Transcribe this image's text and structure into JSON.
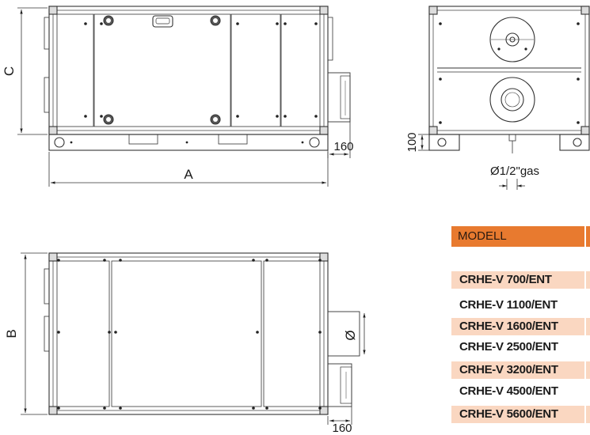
{
  "dimensions": {
    "length_label": "A",
    "height_label": "C",
    "width_label": "B",
    "offset_top": "160",
    "offset_bottom": "160",
    "foot_height": "100",
    "drain": "Ø1/2\"gas",
    "duct_diameter": "Ø"
  },
  "table": {
    "header": "MODELL",
    "header_color": "#e87a2f",
    "stripe_color": "#fad7c1",
    "rows": [
      {
        "model": "CRHE-V 700/ENT",
        "shaded": true
      },
      {
        "model": "CRHE-V 1100/ENT",
        "shaded": false
      },
      {
        "model": "CRHE-V 1600/ENT",
        "shaded": true
      },
      {
        "model": "CRHE-V 2500/ENT",
        "shaded": false
      },
      {
        "model": "CRHE-V 3200/ENT",
        "shaded": true
      },
      {
        "model": "CRHE-V 4500/ENT",
        "shaded": false
      },
      {
        "model": "CRHE-V 5600/ENT",
        "shaded": true
      }
    ]
  }
}
